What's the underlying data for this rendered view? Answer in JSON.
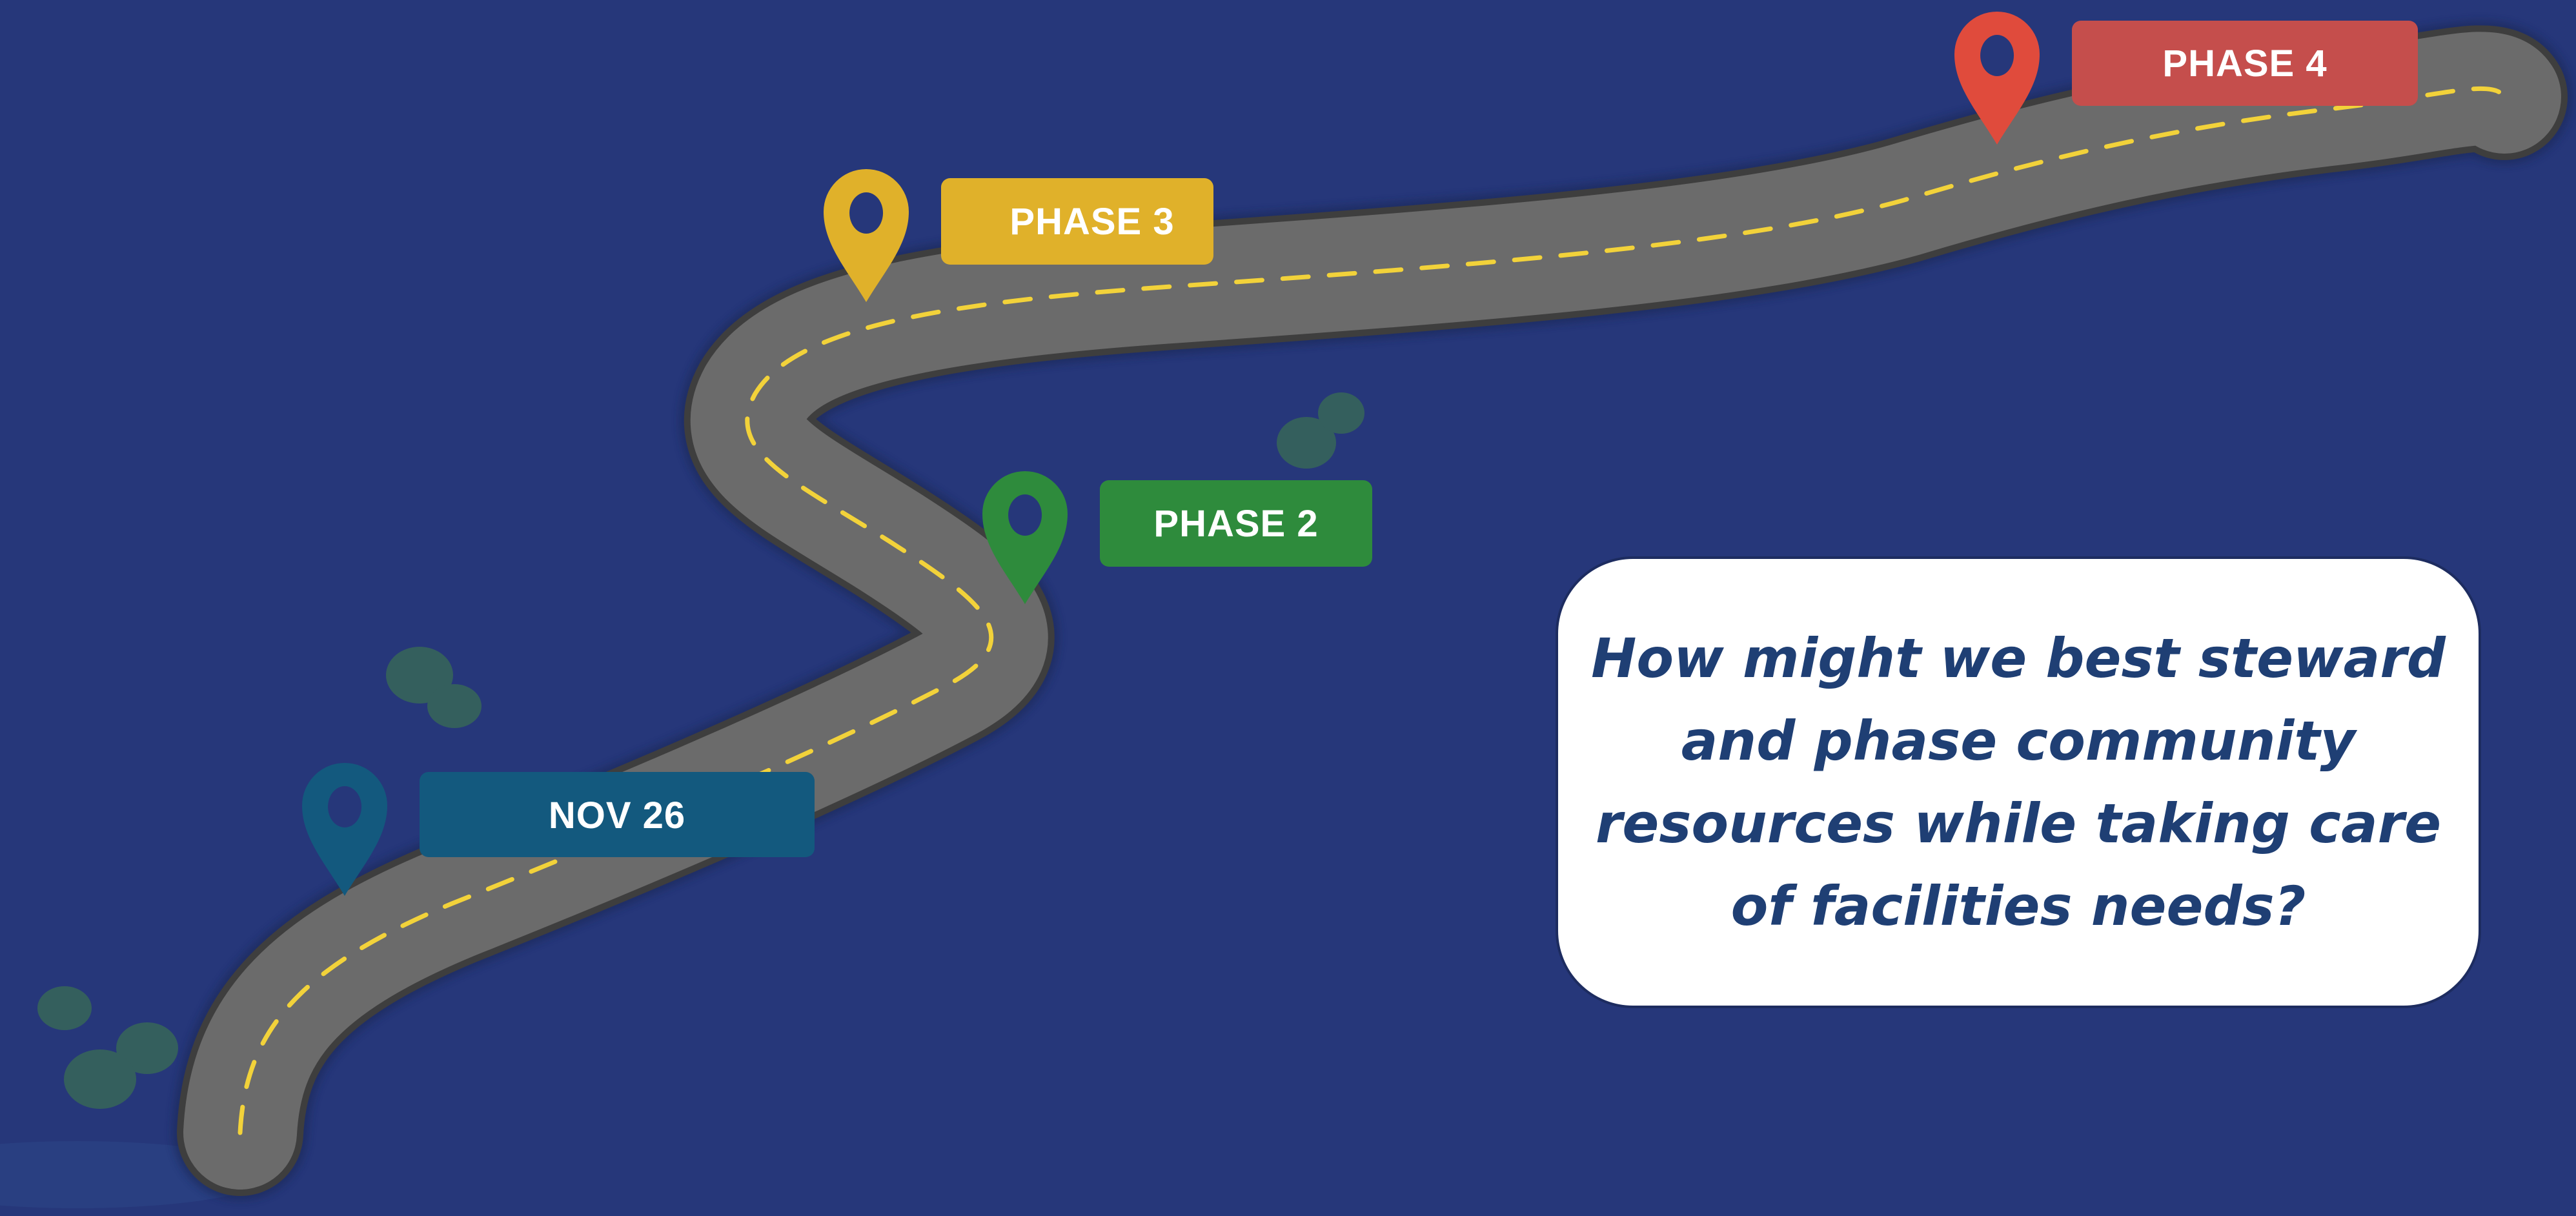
{
  "background_color": "#26377a",
  "milestones": [
    {
      "label": "NOV 26",
      "color": "#13597e",
      "icon": "map-pin-icon"
    },
    {
      "label": "PHASE 2",
      "color": "#2e8b3c",
      "icon": "map-pin-icon"
    },
    {
      "label": "PHASE 3",
      "color": "#e0b12a",
      "icon": "map-pin-icon"
    },
    {
      "label": "PHASE 4",
      "color": "#c54e4c",
      "pin_color": "#e04b3c",
      "icon": "map-pin-icon"
    }
  ],
  "road": {
    "surface_color": "#6b6b6b",
    "edge_color": "#3e3e3e",
    "dash_color": "#f2d23a"
  },
  "question": "How might we best steward and phase community resources while taking care of facilities needs?"
}
